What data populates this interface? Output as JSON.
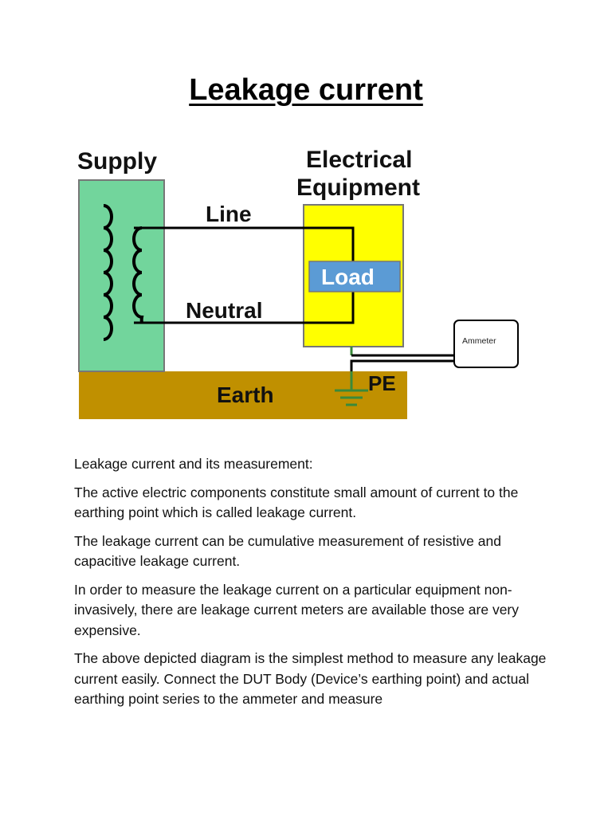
{
  "document": {
    "title": "Leakage current"
  },
  "diagram": {
    "supply_label": "Supply",
    "equipment_label_line1": "Electrical",
    "equipment_label_line2": "Equipment",
    "line_label": "Line",
    "neutral_label": "Neutral",
    "load_label": "Load",
    "ammeter_label": "Ammeter",
    "earth_label": "Earth",
    "pe_label": "PE",
    "colors": {
      "supply": "#72d59c",
      "equipment": "#ffff00",
      "load": "#5b9bd5",
      "earth": "#c09000",
      "ground_symbol": "#3a8a3a"
    }
  },
  "paragraphs": [
    "Leakage current and its measurement:",
    "The active electric components constitute small amount of current to the earthing point which is called leakage current.",
    "The leakage current can be cumulative measurement of resistive and capacitive leakage current.",
    "In order to measure the leakage current on a particular equipment non-invasively, there are leakage current meters are available those are very expensive.",
    "The above depicted diagram is the simplest method to measure any leakage current easily. Connect the DUT Body (Device’s earthing point) and actual earthing point series to the ammeter and measure"
  ]
}
